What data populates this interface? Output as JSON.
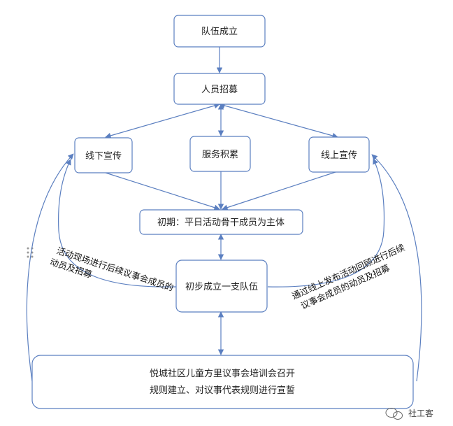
{
  "nodes": {
    "team_formed": "队伍成立",
    "recruit": "人员招募",
    "offline_promo": "线下宣传",
    "service_accumulation": "服务积累",
    "online_promo": "线上宣传",
    "initial_stage": "初期：平日活动骨干成员为主体",
    "first_team": "初步成立一支队伍",
    "training_line1": "悦城社区儿童方里议事会培训会召开",
    "training_line2": "规则建立、对议事代表规则进行宣誓"
  },
  "annotations": {
    "left_line1": "活动现场进行后续议事会成员的",
    "left_line2": "动员及招募",
    "right_line1": "通过线上发布活动回顾进行后续",
    "right_line2": "议事会成员的动员及招募"
  },
  "watermark": {
    "icon": "wechat-icon",
    "text": "社工客"
  },
  "colors": {
    "stroke": "#5b7fc0",
    "text": "#222222"
  }
}
